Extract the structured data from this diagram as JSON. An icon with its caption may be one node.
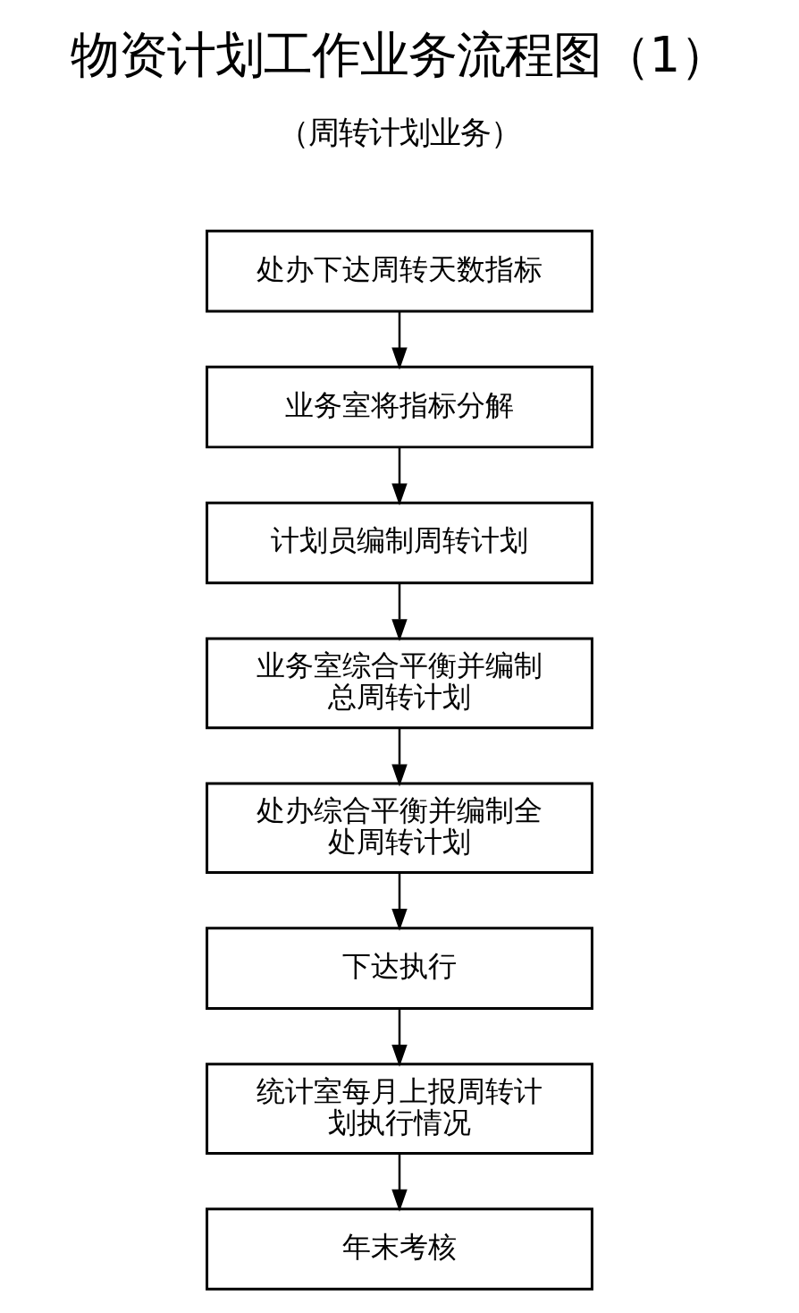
{
  "diagram": {
    "title": "物资计划工作业务流程图（1）",
    "nodes": [
      {
        "text": [
          "处办下达周转天数指标"
        ]
      },
      {
        "text": [
          "业务室将指标分解"
        ]
      },
      {
        "text": [
          "计划员编制周转计划"
        ]
      },
      {
        "text": [
          "业务室综合平衡并编制总周转计划"
        ]
      },
      {
        "text": [
          "处办综合平衡并编制全处周转计划"
        ]
      },
      {
        "text": [
          "下达执行"
        ]
      },
      {
        "text": [
          "统计室每月上报周转计划执行情况"
        ]
      },
      {
        "text": [
          "年末考核"
        ]
      }
    ],
    "edges": [
      {
        "from": 0,
        "to": 1,
        "arrow": "to"
      },
      {
        "from": 1,
        "to": 2,
        "arrow": "to"
      },
      {
        "from": 2,
        "to": 3,
        "arrow": "to"
      },
      {
        "from": 3,
        "to": 4,
        "arrow": "to"
      },
      {
        "from": 4,
        "to": 5,
        "arrow": "to"
      },
      {
        "from": 5,
        "to": 6,
        "arrow": "to"
      },
      {
        "from": 6,
        "to": 7,
        "arrow": "to"
      }
    ],
    "labels": [
      "（周转计划业务）"
    ]
  }
}
